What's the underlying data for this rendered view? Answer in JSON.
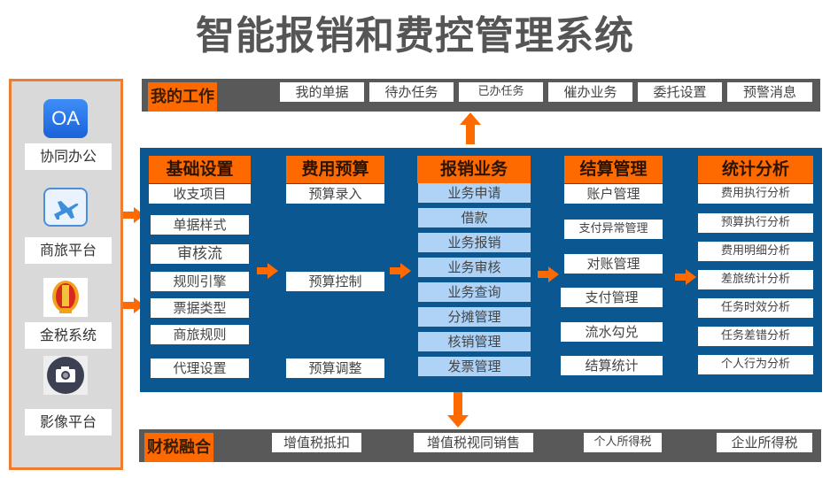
{
  "title": "智能报销和费控管理系统",
  "left_panel": {
    "items": [
      {
        "label": "协同办公",
        "icon": "oa-icon",
        "icon_text": "OA"
      },
      {
        "label": "商旅平台",
        "icon": "airplane-icon"
      },
      {
        "label": "金税系统",
        "icon": "tax-emblem-icon"
      },
      {
        "label": "影像平台",
        "icon": "camera-icon"
      }
    ]
  },
  "top_bar": {
    "head": "我的工作",
    "items": [
      "我的单据",
      "待办任务",
      "已办任务",
      "催办业务",
      "委托设置",
      "预警消息"
    ]
  },
  "columns": [
    {
      "head": "基础设置",
      "items": [
        "收支项目",
        "单据样式",
        "审核流",
        "规则引擎",
        "票据类型",
        "商旅规则",
        "代理设置"
      ]
    },
    {
      "head": "费用预算",
      "items": [
        "预算录入",
        "预算控制",
        "预算调整"
      ]
    },
    {
      "head": "报销业务",
      "items": [
        "业务申请",
        "借款",
        "业务报销",
        "业务审核",
        "业务查询",
        "分摊管理",
        "核销管理",
        "发票管理"
      ]
    },
    {
      "head": "结算管理",
      "items": [
        "账户管理",
        "支付异常管理",
        "对账管理",
        "支付管理",
        "流水勾兑",
        "结算统计"
      ]
    },
    {
      "head": "统计分析",
      "items": [
        "费用执行分析",
        "预算执行分析",
        "费用明细分析",
        "差旅统计分析",
        "任务时效分析",
        "任务差错分析",
        "个人行为分析"
      ]
    }
  ],
  "bottom_bar": {
    "head": "财税融合",
    "items": [
      "增值税抵扣",
      "增值税视同销售",
      "个人所得税",
      "企业所得税"
    ]
  },
  "colors": {
    "accent_orange": "#ff6a00",
    "panel_blue": "#0b5791",
    "light_blue_cell": "#aed3f7",
    "bar_gray": "#595959",
    "left_panel_bg": "#d9d9d9",
    "left_panel_border": "#ed7d31"
  }
}
